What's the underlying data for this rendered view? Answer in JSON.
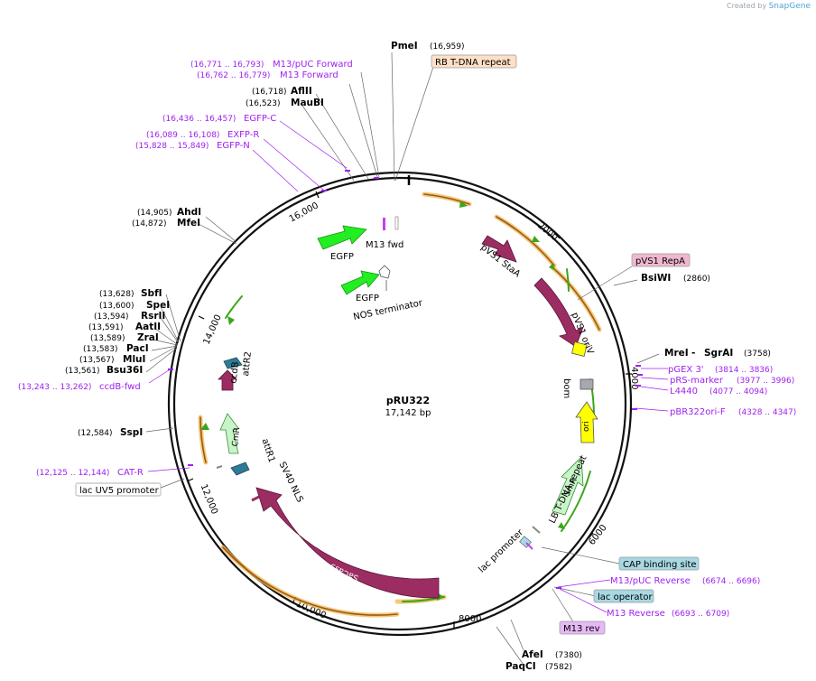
{
  "credit": {
    "prefix": "Created by",
    "brand": "SnapGene"
  },
  "plasmid": {
    "name": "pRU322",
    "length": "17,142 bp"
  },
  "ticks": [
    "2000",
    "4000",
    "6000",
    "8000",
    "10,000",
    "12,000",
    "14,000",
    "16,000"
  ],
  "enzymes": [
    {
      "name": "PmeI",
      "pos": "(16,959)"
    },
    {
      "name": "AflII",
      "pos": "(16,718)"
    },
    {
      "name": "MauBI",
      "pos": "(16,523)"
    },
    {
      "name": "AhdI",
      "pos": "(14,905)"
    },
    {
      "name": "MfeI",
      "pos": "(14,872)"
    },
    {
      "name": "SbfI",
      "pos": "(13,628)"
    },
    {
      "name": "SpeI",
      "pos": "(13,600)"
    },
    {
      "name": "RsrII",
      "pos": "(13,594)"
    },
    {
      "name": "AatII",
      "pos": "(13,591)"
    },
    {
      "name": "ZraI",
      "pos": "(13,589)"
    },
    {
      "name": "PacI",
      "pos": "(13,583)"
    },
    {
      "name": "MluI",
      "pos": "(13,567)"
    },
    {
      "name": "Bsu36I",
      "pos": "(13,561)"
    },
    {
      "name": "SspI",
      "pos": "(12,584)"
    },
    {
      "name": "BsiWI",
      "pos": "(2860)"
    },
    {
      "name": "MreI",
      "pos": "(3758)"
    },
    {
      "name": "SgrAI",
      "pos": ""
    },
    {
      "name": "AfeI",
      "pos": "(7380)"
    },
    {
      "name": "PaqCI",
      "pos": "(7582)"
    }
  ],
  "primers": [
    {
      "name": "M13/pUC Forward",
      "pos": "(16,771 .. 16,793)"
    },
    {
      "name": "M13 Forward",
      "pos": "(16,762 .. 16,779)"
    },
    {
      "name": "EGFP-C",
      "pos": "(16,436 .. 16,457)"
    },
    {
      "name": "EXFP-R",
      "pos": "(16,089 .. 16,108)"
    },
    {
      "name": "EGFP-N",
      "pos": "(15,828 .. 15,849)"
    },
    {
      "name": "ccdB-fwd",
      "pos": "(13,243 .. 13,262)"
    },
    {
      "name": "CAT-R",
      "pos": "(12,125 .. 12,144)"
    },
    {
      "name": "pGEX 3'",
      "pos": "(3814 .. 3836)"
    },
    {
      "name": "pRS-marker",
      "pos": "(3977 .. 3996)"
    },
    {
      "name": "L4440",
      "pos": "(4077 .. 4094)"
    },
    {
      "name": "pBR322ori-F",
      "pos": "(4328 .. 4347)"
    },
    {
      "name": "M13/pUC Reverse",
      "pos": "(6674 .. 6696)"
    },
    {
      "name": "M13 Reverse",
      "pos": "(6693 .. 6709)"
    }
  ],
  "boxed": {
    "rb": "RB T-DNA repeat",
    "repa": "pVS1 RepA",
    "lacuv5": "lac UV5 promoter",
    "cap": "CAP binding site",
    "lacop": "lac operator",
    "m13rev": "M13 rev"
  },
  "features": {
    "m13fwd": "M13 fwd",
    "egfp1": "EGFP",
    "egfp2": "EGFP",
    "nos": "NOS terminator",
    "stab": "pVS1 StaA",
    "oriv": "pVS1 oriV",
    "bom": "bom",
    "ori": "ori",
    "smr": "SmR",
    "lb": "LB T-DNA repeat",
    "lacprom": "lac promoter",
    "sacas9": "SaCas9",
    "sv40": "SV40 NLS",
    "attr1": "attR1",
    "cmr": "CmR",
    "ccdb": "ccdB",
    "attr2": "attR2"
  },
  "colors": {
    "backbone": "#111111",
    "cds": "#9b2d62",
    "egfp": "#22ee22",
    "marker": "#c8f5c8",
    "ori": "#ffff00",
    "primer": "#a020f0",
    "orange": "#f2b64c",
    "box_rb": "#fde0c5",
    "box_repa": "#f0b8d0",
    "box_blue": "#a8d8e4",
    "box_m13rev": "#e6b8f5"
  }
}
